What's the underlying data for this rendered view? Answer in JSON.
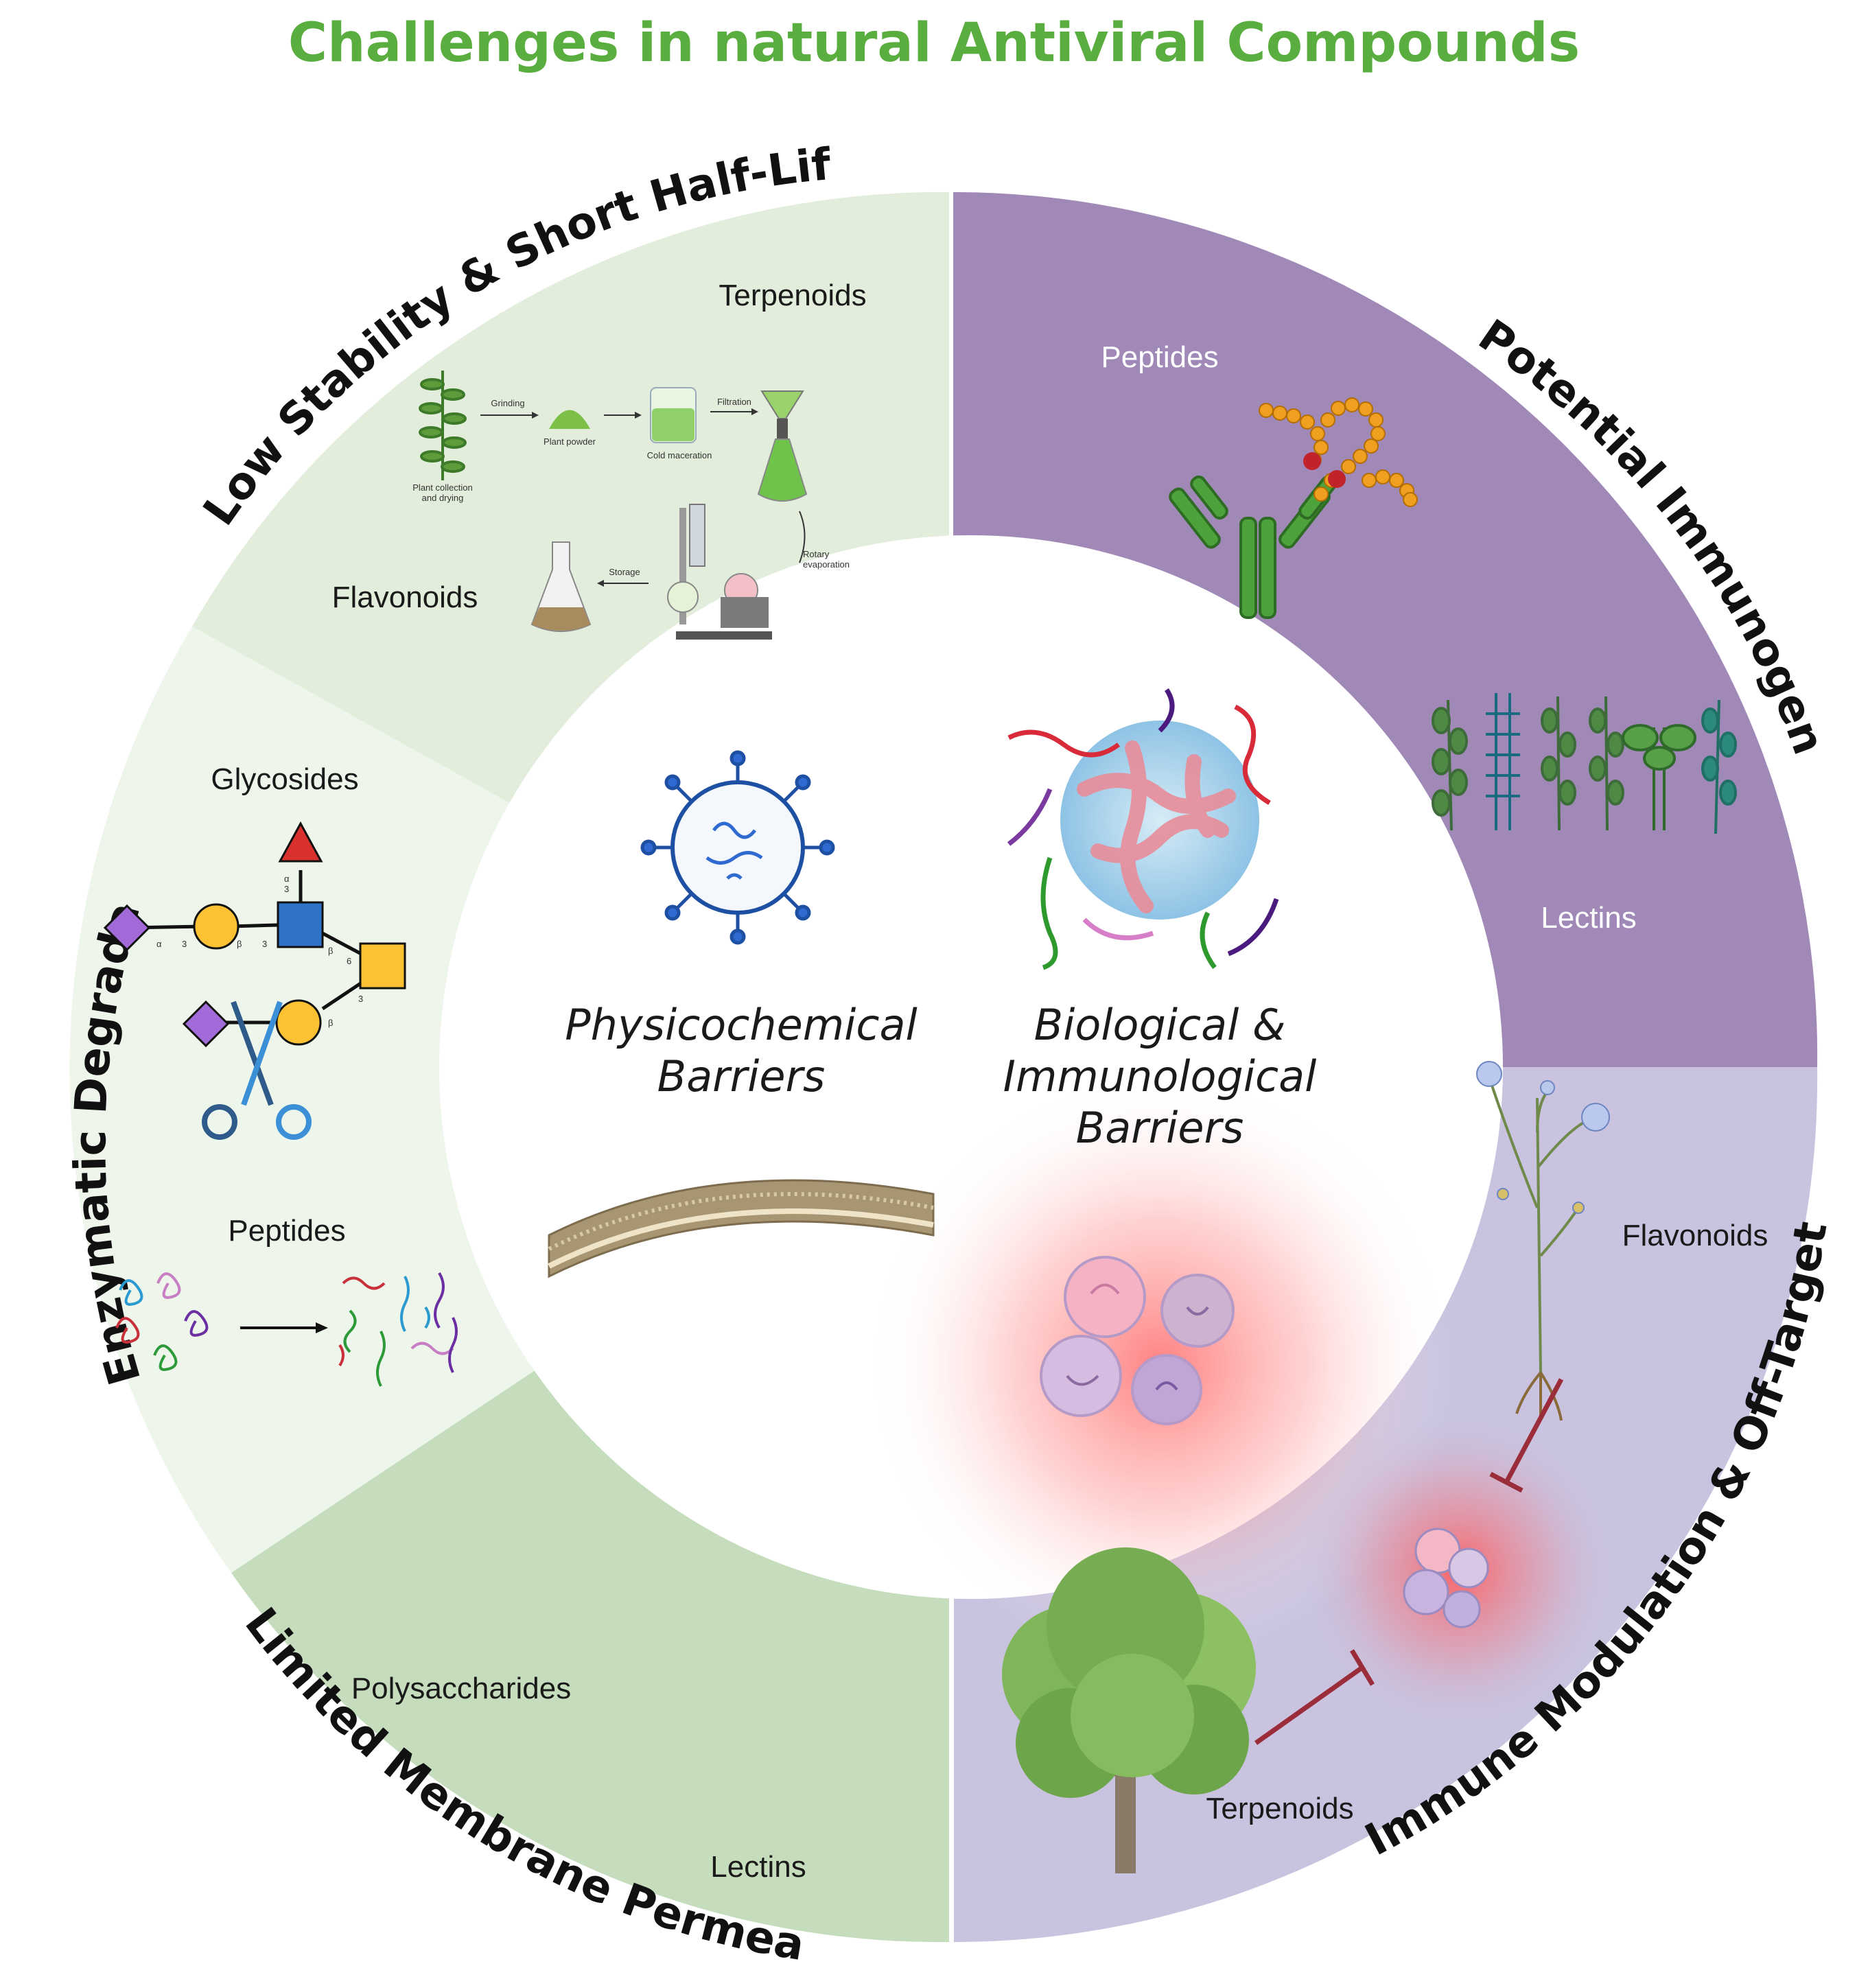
{
  "title": "Challenges in natural Antiviral Compounds",
  "center": {
    "left_line1": "Physicochemical",
    "left_line2": "Barriers",
    "right_line1": "Biological &",
    "right_line2": "Immunological",
    "right_line3": "Barriers"
  },
  "sections": {
    "low_stability": {
      "title": "Low Stability & Short Half-Life",
      "labels": [
        "Terpenoids",
        "Flavonoids"
      ],
      "process_steps": [
        "Grinding",
        "Plant powder",
        "Cold maceration",
        "Filtration",
        "Plant collection",
        "and drying",
        "Rotary",
        "evaporation",
        "Storage"
      ]
    },
    "potential_immunogenicity": {
      "title": "Potential Immunogenicity",
      "labels": [
        "Peptides",
        "Lectins"
      ]
    },
    "immune_modulation": {
      "title": "Immune Modulation & Off-Target Effects",
      "labels": [
        "Flavonoids",
        "Terpenoids"
      ]
    },
    "limited_membrane": {
      "title": "Limited Membrane Permeability",
      "labels": [
        "Polysaccharides",
        "Lectins"
      ]
    },
    "enzymatic_degradation": {
      "title": "Enzymatic Degradation",
      "labels": [
        "Glycosides",
        "Peptides"
      ],
      "glycan_marks": [
        "α",
        "3",
        "β",
        "3",
        "α",
        "3",
        "β",
        "6",
        "3",
        "β"
      ]
    }
  },
  "colors": {
    "title_green": "#5aad3f",
    "low_stability_bg": "#e3eddb",
    "enzymatic_bg": "#eef5ea",
    "limited_bg": "#c5ddbd",
    "immunogenicity_bg": "#a088b7",
    "immune_mod_bg": "#c9c3df"
  }
}
